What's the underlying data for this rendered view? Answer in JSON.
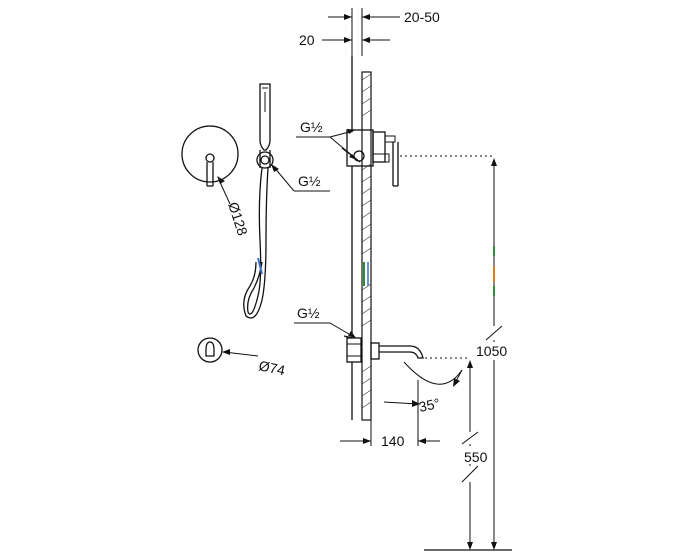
{
  "dimensions": {
    "wall_offset": "20",
    "wall_thickness": "20-50",
    "mixer_height": "1050",
    "spout_height": "550",
    "spout_projection": "140",
    "spout_angle": "35°",
    "plate_diameter": "Ø128",
    "outlet_diameter": "Ø74"
  },
  "threads": {
    "mixer_connection": "G½",
    "hose_connection": "G½",
    "spout_connection": "G½"
  },
  "colors": {
    "line": "#111111",
    "accent_green": "#2e8b3a",
    "accent_blue": "#3a6fc9",
    "accent_orange": "#e07b1a"
  }
}
